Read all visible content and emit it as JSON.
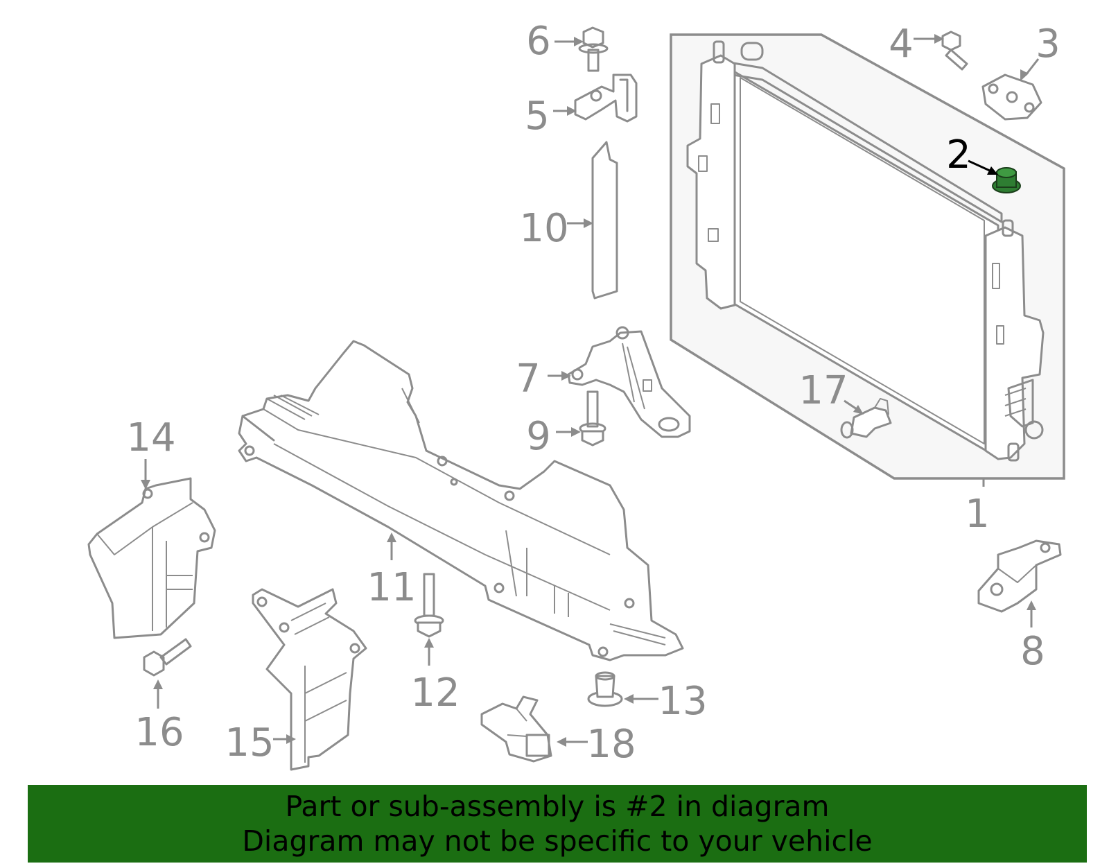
{
  "colors": {
    "line": "#8c8c8c",
    "highlight_part": "#2e7d32",
    "banner": "#1b6e12",
    "highlight_text": "#000000"
  },
  "callouts": [
    {
      "id": "1",
      "label": "1",
      "highlighted": false
    },
    {
      "id": "2",
      "label": "2",
      "highlighted": true
    },
    {
      "id": "3",
      "label": "3",
      "highlighted": false
    },
    {
      "id": "4",
      "label": "4",
      "highlighted": false
    },
    {
      "id": "5",
      "label": "5",
      "highlighted": false
    },
    {
      "id": "6",
      "label": "6",
      "highlighted": false
    },
    {
      "id": "7",
      "label": "7",
      "highlighted": false
    },
    {
      "id": "8",
      "label": "8",
      "highlighted": false
    },
    {
      "id": "9",
      "label": "9",
      "highlighted": false
    },
    {
      "id": "10",
      "label": "10",
      "highlighted": false
    },
    {
      "id": "11",
      "label": "11",
      "highlighted": false
    },
    {
      "id": "12",
      "label": "12",
      "highlighted": false
    },
    {
      "id": "13",
      "label": "13",
      "highlighted": false
    },
    {
      "id": "14",
      "label": "14",
      "highlighted": false
    },
    {
      "id": "15",
      "label": "15",
      "highlighted": false
    },
    {
      "id": "16",
      "label": "16",
      "highlighted": false
    },
    {
      "id": "17",
      "label": "17",
      "highlighted": false
    },
    {
      "id": "18",
      "label": "18",
      "highlighted": false
    }
  ],
  "banner": {
    "line1": "Part or sub-assembly is #2 in diagram",
    "line2": "Diagram may not be specific to your vehicle"
  }
}
